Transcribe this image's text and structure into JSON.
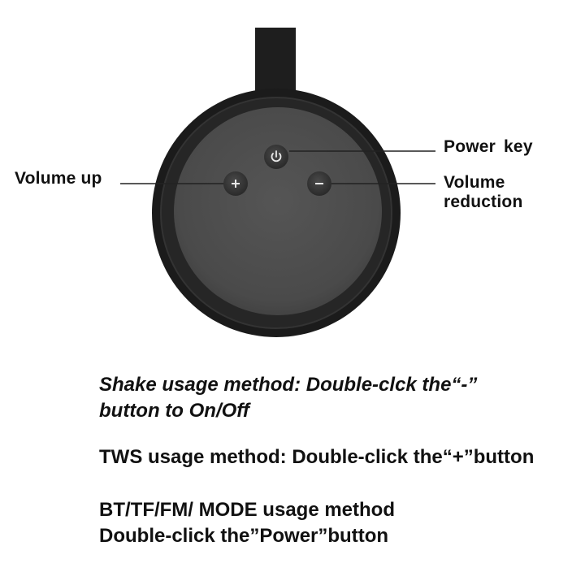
{
  "labels": {
    "volume_up": "Volume up",
    "power_key": "Power  key",
    "volume_reduction_line1": "Volume",
    "volume_reduction_line2": "reduction"
  },
  "buttons": {
    "plus_symbol": "+",
    "minus_symbol": "−",
    "power_icon": "power-icon"
  },
  "instructions": {
    "shake_line1": "Shake usage method:  Double-clck the“-”",
    "shake_line2": "button to On/Off",
    "tws": "TWS usage method:  Double-click the“+”button",
    "bt_line1": "BT/TF/FM/ MODE usage method",
    "bt_line2": "Double-click the”Power”button"
  },
  "colors": {
    "background": "#ffffff",
    "device_body": "#1c1c1c",
    "device_face": "#4a4a4a",
    "button": "#3a3a3a",
    "text": "#111111"
  }
}
